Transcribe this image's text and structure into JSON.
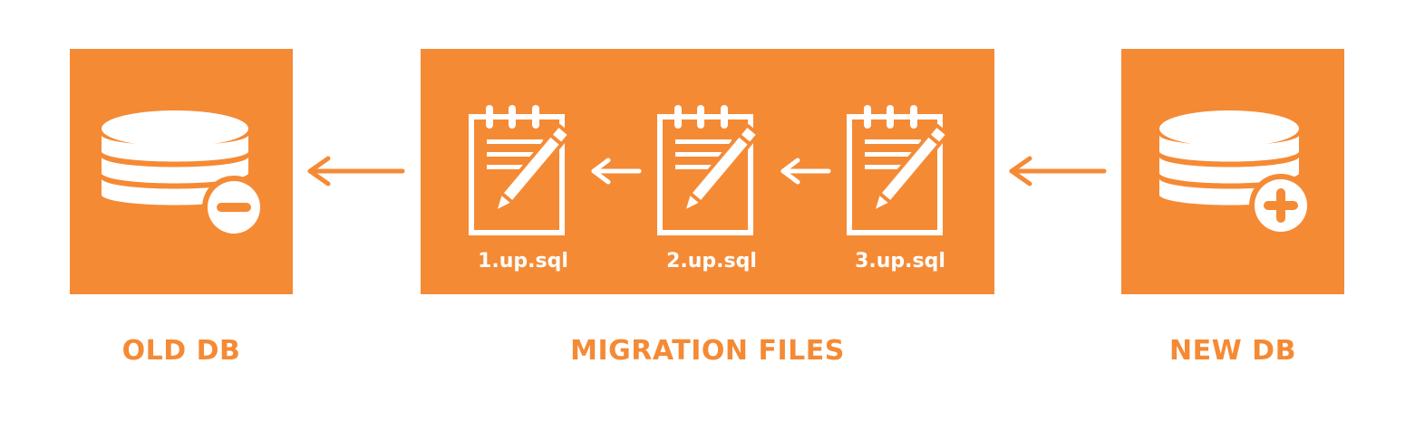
{
  "colors": {
    "accent": "#f58a35",
    "icon": "#ffffff",
    "background": "#ffffff"
  },
  "nodes": {
    "old_db": {
      "caption": "OLD DB",
      "icon": "database-minus-icon"
    },
    "migration_files": {
      "caption": "MIGRATION FILES"
    },
    "new_db": {
      "caption": "NEW DB",
      "icon": "database-plus-icon"
    }
  },
  "files": [
    {
      "label": "1.up.sql",
      "icon": "notepad-pencil-icon"
    },
    {
      "label": "2.up.sql",
      "icon": "notepad-pencil-icon"
    },
    {
      "label": "3.up.sql",
      "icon": "notepad-pencil-icon"
    }
  ],
  "edges": [
    {
      "from": "new_db",
      "to": "3.up.sql",
      "direction": "left"
    },
    {
      "from": "3.up.sql",
      "to": "2.up.sql",
      "direction": "left"
    },
    {
      "from": "2.up.sql",
      "to": "1.up.sql",
      "direction": "left"
    },
    {
      "from": "migration_files",
      "to": "old_db",
      "direction": "left"
    }
  ]
}
